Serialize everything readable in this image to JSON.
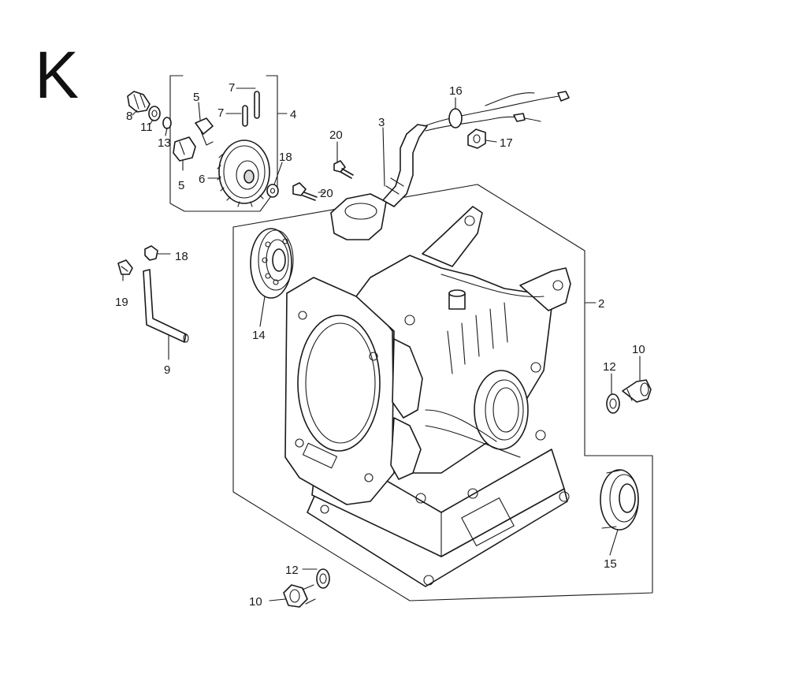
{
  "section_letter": "K",
  "callouts": {
    "c2": "2",
    "c3": "3",
    "c4": "4",
    "c5a": "5",
    "c5b": "5",
    "c6": "6",
    "c7a": "7",
    "c7b": "7",
    "c8": "8",
    "c9": "9",
    "c10a": "10",
    "c10b": "10",
    "c11": "11",
    "c12a": "12",
    "c12b": "12",
    "c13": "13",
    "c14": "14",
    "c15": "15",
    "c16": "16",
    "c17": "17",
    "c18a": "18",
    "c18b": "18",
    "c19": "19",
    "c20a": "20",
    "c20b": "20"
  }
}
